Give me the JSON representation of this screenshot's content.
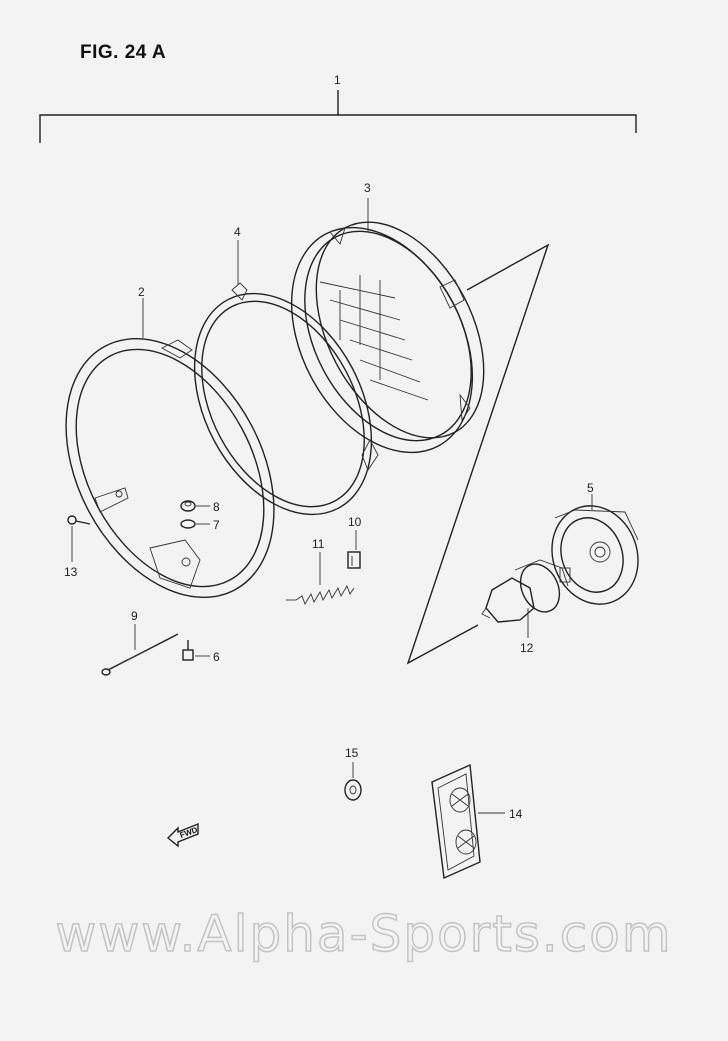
{
  "figure": {
    "title": "FIG. 24 A"
  },
  "callouts": [
    {
      "id": "1",
      "label": "1"
    },
    {
      "id": "2",
      "label": "2"
    },
    {
      "id": "3",
      "label": "3"
    },
    {
      "id": "4",
      "label": "4"
    },
    {
      "id": "5",
      "label": "5"
    },
    {
      "id": "6",
      "label": "6"
    },
    {
      "id": "7",
      "label": "7"
    },
    {
      "id": "8",
      "label": "8"
    },
    {
      "id": "9",
      "label": "9"
    },
    {
      "id": "10",
      "label": "10"
    },
    {
      "id": "11",
      "label": "11"
    },
    {
      "id": "12",
      "label": "12"
    },
    {
      "id": "13",
      "label": "13"
    },
    {
      "id": "14",
      "label": "14"
    },
    {
      "id": "15",
      "label": "15"
    }
  ],
  "fwd_marker": {
    "label": "FWD"
  },
  "watermark": {
    "text": "www.Alpha-Sports.com"
  },
  "colors": {
    "line": "#222222",
    "background": "#f3f3f3",
    "watermark": "#c4c4c4"
  }
}
